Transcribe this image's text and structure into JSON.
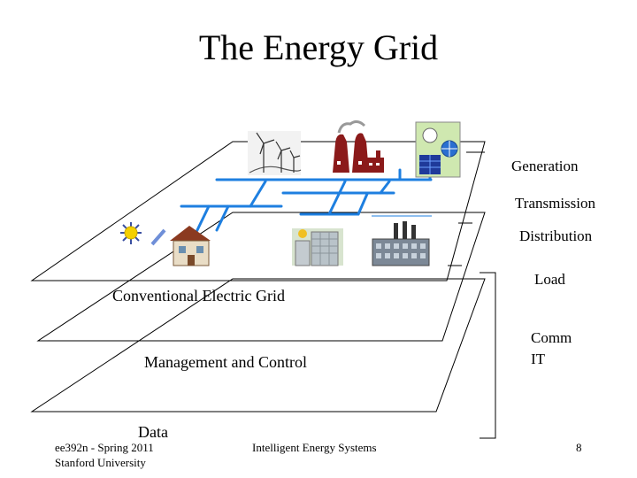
{
  "slide": {
    "title": "The Energy Grid",
    "labels": {
      "generation": "Generation",
      "transmission": "Transmission",
      "distribution": "Distribution",
      "load": "Load",
      "comm": "Comm",
      "it": "IT"
    },
    "layers": {
      "conventional": "Conventional Electric Grid",
      "management": "Management and Control",
      "data": "Data"
    },
    "footer": {
      "course": "ee392n - Spring 2011",
      "university": "Stanford University",
      "center": "Intelligent Energy Systems",
      "page_number": "8"
    },
    "icons": {
      "wind_turbines": "wind-turbines-icon",
      "power_plant": "power-plant-icon",
      "renewables_panel": "renewable-generation-icon",
      "sun": "sun-icon",
      "solar_panel": "solar-panel-icon",
      "house": "house-icon",
      "office_building": "office-building-icon",
      "factory": "factory-icon"
    },
    "colors": {
      "grid_lines": "#1e7fe0",
      "power_plant": "#8b1a1a",
      "plane_lines": "#000000"
    }
  }
}
